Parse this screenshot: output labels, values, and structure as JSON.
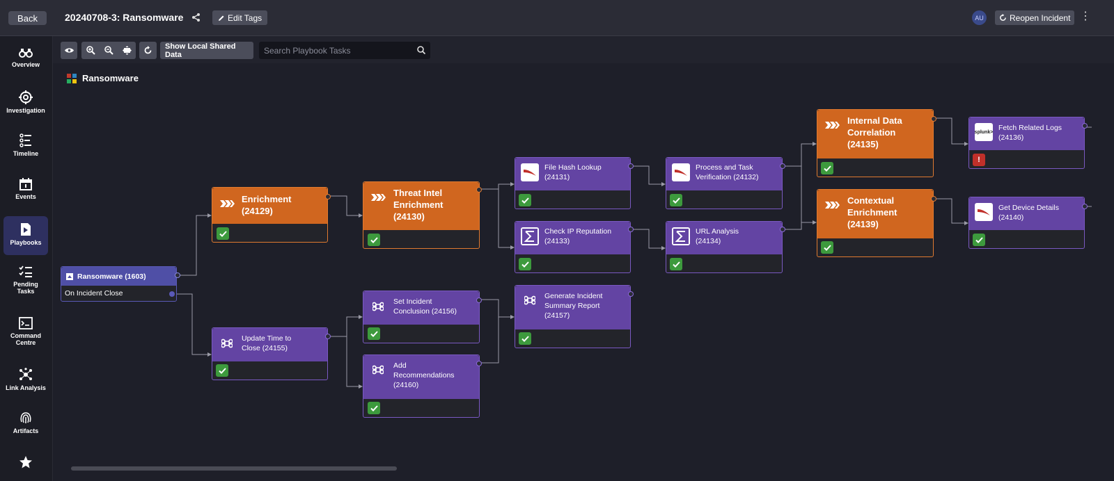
{
  "header": {
    "back_label": "Back",
    "incident_title": "20240708-3: Ransomware",
    "edit_tags_label": "Edit Tags",
    "avatar_initials": "AU",
    "reopen_label": "Reopen Incident"
  },
  "sidebar": {
    "items": [
      {
        "label": "Overview",
        "icon": "binoculars-icon"
      },
      {
        "label": "Investigation",
        "icon": "target-icon"
      },
      {
        "label": "Timeline",
        "icon": "timeline-icon"
      },
      {
        "label": "Events",
        "icon": "calendar-icon"
      },
      {
        "label": "Playbooks",
        "icon": "playbook-icon",
        "active": true
      },
      {
        "label": "Pending Tasks",
        "icon": "tasks-icon"
      },
      {
        "label": "Command Centre",
        "icon": "terminal-icon"
      },
      {
        "label": "Link Analysis",
        "icon": "network-icon"
      },
      {
        "label": "Artifacts",
        "icon": "fingerprint-icon"
      },
      {
        "label": "",
        "icon": "star-icon"
      }
    ]
  },
  "toolbar": {
    "show_shared_label": "Show Local Shared Data",
    "search_placeholder": "Search Playbook Tasks"
  },
  "playbook": {
    "title": "Ransomware",
    "start": {
      "title": "Ransomware (1603)",
      "trigger": "On Incident Close"
    },
    "nodes": {
      "enrichment": {
        "title": "Enrichment",
        "id": "(24129)",
        "status": "success"
      },
      "threat_intel": {
        "title1": "Threat Intel",
        "title2": "Enrichment",
        "id": "(24130)",
        "status": "success"
      },
      "file_hash": {
        "title": "File Hash Lookup",
        "id": "(24131)",
        "status": "success"
      },
      "check_ip": {
        "title": "Check IP Reputation",
        "id": "(24133)",
        "status": "success"
      },
      "process_task": {
        "title": "Process and Task",
        "title2": "Verification (24132)",
        "status": "success"
      },
      "url_analysis": {
        "title": "URL Analysis",
        "id": "(24134)",
        "status": "success"
      },
      "internal_data": {
        "title1": "Internal Data",
        "title2": "Correlation",
        "id": "(24135)",
        "status": "success"
      },
      "contextual": {
        "title1": "Contextual",
        "title2": "Enrichment",
        "id": "(24139)",
        "status": "success"
      },
      "fetch_logs": {
        "title": "Fetch Related Logs",
        "id": "(24136)",
        "status": "error",
        "logo": "splunk"
      },
      "device_details": {
        "title": "Get Device Details",
        "id": "(24140)",
        "status": "success"
      },
      "update_time": {
        "title": "Update Time to",
        "title2": "Close (24155)",
        "status": "success"
      },
      "set_conclusion": {
        "title": "Set Incident",
        "title2": "Conclusion (24156)",
        "status": "success"
      },
      "add_recs": {
        "title": "Add",
        "title2": "Recommendations",
        "id": "(24160)",
        "status": "success"
      },
      "summary": {
        "title": "Generate Incident",
        "title2": "Summary Report",
        "id": "(24157)",
        "status": "success"
      }
    }
  },
  "colors": {
    "orange": "#d0661f",
    "purple": "#6344a3",
    "success": "#3d9a3d",
    "error": "#c0302a",
    "background": "#1e1f29"
  }
}
